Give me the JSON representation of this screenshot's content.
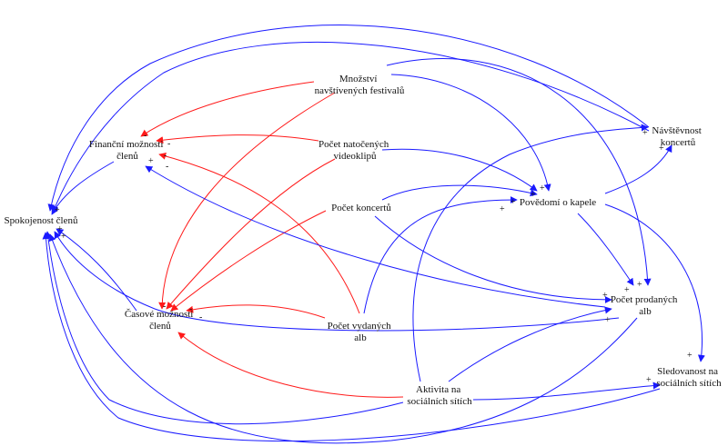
{
  "nodes": {
    "spokojenost": {
      "lines": [
        "Spokojenost členů"
      ]
    },
    "financni": {
      "lines": [
        "Finanční možnosti",
        "členů"
      ]
    },
    "casove": {
      "lines": [
        "Časové možnosti",
        "členů"
      ]
    },
    "mnozstvi": {
      "lines": [
        "Množství",
        "navštívených festivalů"
      ]
    },
    "natocenych": {
      "lines": [
        "Počet natočených",
        "videoklipů"
      ]
    },
    "koncertu": {
      "lines": [
        "Počet koncertů"
      ]
    },
    "vydanych": {
      "lines": [
        "Počet vydaných",
        "alb"
      ]
    },
    "povedomi": {
      "lines": [
        "Povědomí o kapele"
      ]
    },
    "navstevnost": {
      "lines": [
        "Návštěvnost",
        "koncertů"
      ]
    },
    "prodanych": {
      "lines": [
        "Počet prodaných",
        "alb"
      ]
    },
    "aktivita": {
      "lines": [
        "Aktivita na",
        "sociálních sítích"
      ]
    },
    "sledovanost": {
      "lines": [
        "Sledovanost na",
        "sociálních sítích"
      ]
    }
  },
  "polarity_marks": {
    "plus": "+",
    "minus": "-"
  },
  "colors": {
    "positive_link": "#1a1aff",
    "negative_link": "#ff1a1a",
    "text": "#111111"
  }
}
